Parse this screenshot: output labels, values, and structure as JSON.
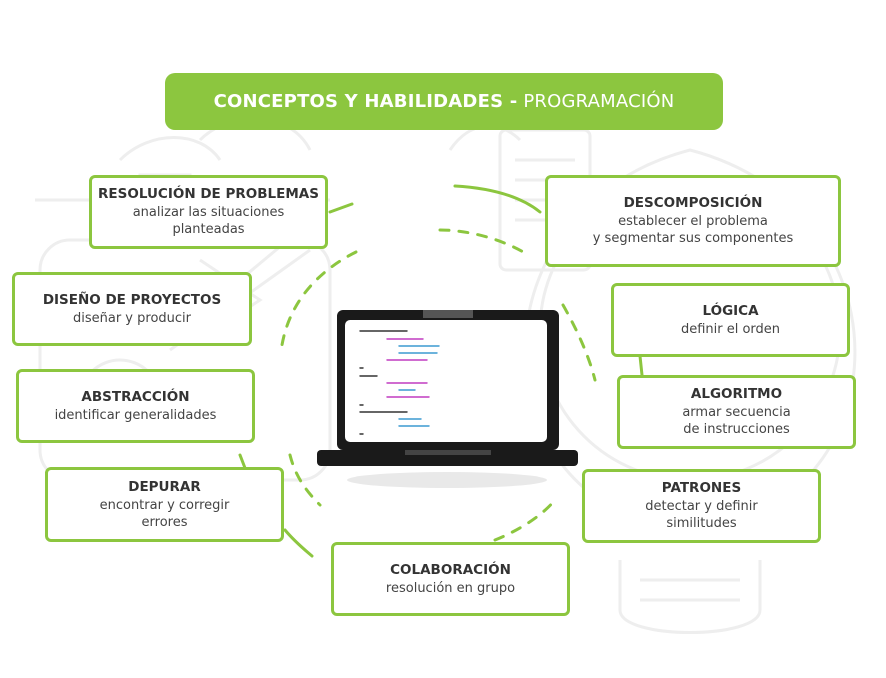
{
  "banner": {
    "bold": "CONCEPTOS Y HABILIDADES -",
    "light": "PROGRAMACIÓN"
  },
  "cards": {
    "resolucion": {
      "title": "RESOLUCIÓN DE PROBLEMAS",
      "desc": "analizar las situaciones\nplanteadas"
    },
    "diseno": {
      "title": "DISEÑO DE PROYECTOS",
      "desc": "diseñar y producir"
    },
    "abstraccion": {
      "title": "ABSTRACCIÓN",
      "desc": "identificar generalidades"
    },
    "depurar": {
      "title": "DEPURAR",
      "desc": "encontrar y corregir\nerrores"
    },
    "colaboracion": {
      "title": "COLABORACIÓN",
      "desc": "resolución en grupo"
    },
    "patrones": {
      "title": "PATRONES",
      "desc": "detectar y definir\nsimilitudes"
    },
    "algoritmo": {
      "title": "ALGORITMO",
      "desc": "armar secuencia\nde instrucciones"
    },
    "logica": {
      "title": "LÓGICA",
      "desc": "definir el orden"
    },
    "descomposicion": {
      "title": "DESCOMPOSICIÓN",
      "desc": "establecer el problema\ny segmentar sus componentes"
    }
  },
  "colors": {
    "accent": "#8cc63f",
    "text": "#333333",
    "outline": "#eeeeee",
    "laptop": "#1a1a1a"
  }
}
